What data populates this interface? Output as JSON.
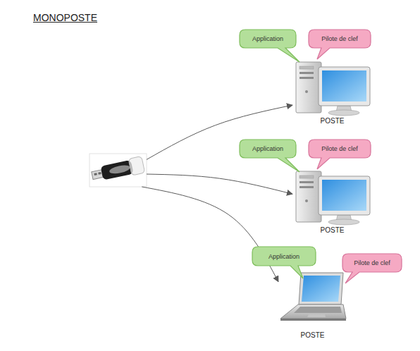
{
  "diagram": {
    "title": "MONOPOSTE",
    "nodes": [
      {
        "text": [
          "Application"
        ]
      },
      {
        "text": [
          "Pilote de clef"
        ]
      },
      {
        "text": [
          "POSTE"
        ]
      },
      {
        "text": []
      },
      {
        "text": [
          "Application"
        ]
      },
      {
        "text": [
          "Pilote de clef"
        ]
      },
      {
        "text": [
          "POSTE"
        ]
      },
      {
        "text": [
          "Application"
        ]
      },
      {
        "text": [
          "Pilote de clef"
        ]
      },
      {
        "text": [
          "POSTE"
        ]
      }
    ],
    "edges": [
      {
        "from": 3,
        "to": 2,
        "arrow": "to"
      },
      {
        "from": 3,
        "to": 6,
        "arrow": "to"
      },
      {
        "from": 3,
        "to": 9,
        "arrow": "to"
      }
    ]
  }
}
